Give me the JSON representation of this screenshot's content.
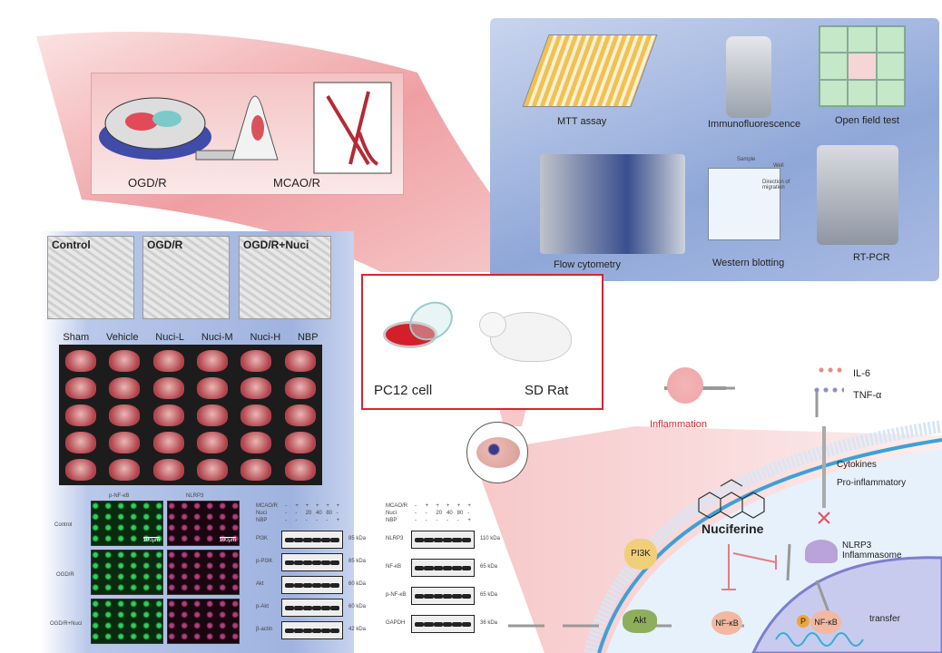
{
  "methods": {
    "ogdr": "OGD/R",
    "mcaor": "MCAO/R"
  },
  "assays": [
    {
      "label": "MTT assay"
    },
    {
      "label": "Immunofluorescence"
    },
    {
      "label": "Open field test"
    },
    {
      "label": "Flow cytometry"
    },
    {
      "label": "Western blotting"
    },
    {
      "label": "RT-PCR"
    }
  ],
  "western_blot_diagram": {
    "sample": "Sample",
    "well": "Well",
    "direction": "Direction of migration"
  },
  "micro": [
    "Control",
    "OGD/R",
    "OGD/R+Nuci"
  ],
  "brain_groups": [
    "Sham",
    "Vehicle",
    "Nuci-L",
    "Nuci-M",
    "Nuci-H",
    "NBP"
  ],
  "if": {
    "cols": [
      "p-NF-κB",
      "NLRP3"
    ],
    "rows": [
      "Control",
      "OGD/R",
      "OGD/R+Nuci"
    ],
    "scale": "100μm"
  },
  "wb_left": {
    "header": [
      [
        "MCAO/R",
        "-",
        "+",
        "+",
        "+",
        "+",
        "+"
      ],
      [
        "Nuci",
        "-",
        "-",
        "20",
        "40",
        "80",
        "-"
      ],
      [
        "NBP",
        "-",
        "-",
        "-",
        "-",
        "-",
        "+"
      ]
    ],
    "bands": [
      {
        "name": "PI3K",
        "kda": "85 kDa"
      },
      {
        "name": "p-PI3K",
        "kda": "85 kDa"
      },
      {
        "name": "Akt",
        "kda": "60 kDa"
      },
      {
        "name": "p-Akt",
        "kda": "60 kDa"
      },
      {
        "name": "β-actin",
        "kda": "42 kDa"
      }
    ]
  },
  "wb_right": {
    "header": [
      [
        "MCAO/R",
        "-",
        "+",
        "+",
        "+",
        "+",
        "+"
      ],
      [
        "Nuci",
        "-",
        "-",
        "20",
        "40",
        "80",
        "-"
      ],
      [
        "NBP",
        "-",
        "-",
        "-",
        "-",
        "-",
        "+"
      ]
    ],
    "bands": [
      {
        "name": "NLRP3",
        "kda": "110 kDa"
      },
      {
        "name": "NF-κB",
        "kda": "65 kDa"
      },
      {
        "name": "p-NF-κB",
        "kda": "65 kDa"
      },
      {
        "name": "GAPDH",
        "kda": "36 kDa"
      }
    ]
  },
  "models": {
    "cell": "PC12 cell",
    "rat": "SD Rat"
  },
  "pathway": {
    "inflammation": "Inflammation",
    "il6": "IL-6",
    "tnf": "TNF-α",
    "cytokines": "Cytokines",
    "proinf": "Pro-inflammatory",
    "drug": "Nuciferine",
    "nlrp3": "NLRP3 Inflammasome",
    "pi3k": "PI3K",
    "akt": "Akt",
    "nfkb": "NF-κB",
    "p": "P",
    "transfer": "transfer"
  },
  "colors": {
    "red": "#d9242f",
    "blue_panel": "#9fb3df",
    "pink": "#f1a3a6"
  }
}
